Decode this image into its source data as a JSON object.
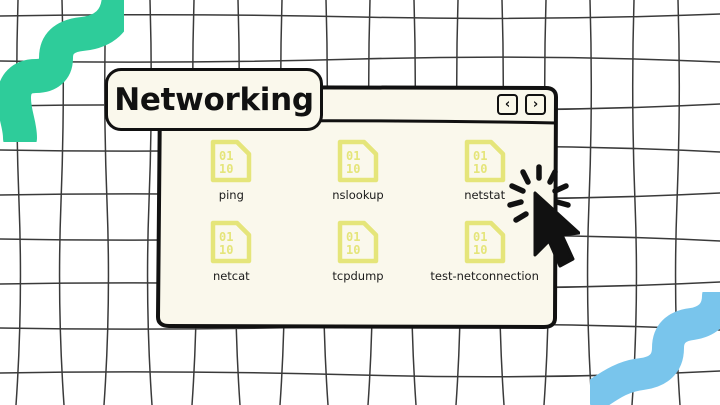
{
  "window": {
    "title": "Networking",
    "nav": {
      "back_label": "‹",
      "back_icon": "chevron-left-icon",
      "forward_label": "›",
      "forward_icon": "chevron-right-icon"
    }
  },
  "files": [
    {
      "name": "ping",
      "icon": "binary-file-icon",
      "digits_top": "01",
      "digits_bottom": "10"
    },
    {
      "name": "nslookup",
      "icon": "binary-file-icon",
      "digits_top": "01",
      "digits_bottom": "10"
    },
    {
      "name": "netstat",
      "icon": "binary-file-icon",
      "digits_top": "01",
      "digits_bottom": "10"
    },
    {
      "name": "netcat",
      "icon": "binary-file-icon",
      "digits_top": "01",
      "digits_bottom": "10"
    },
    {
      "name": "tcpdump",
      "icon": "binary-file-icon",
      "digits_top": "01",
      "digits_bottom": "10"
    },
    {
      "name": "test-netconnection",
      "icon": "binary-file-icon",
      "digits_top": "01",
      "digits_bottom": "10"
    }
  ],
  "cursor": {
    "icon": "mouse-pointer-click-icon",
    "state": "clicking"
  },
  "decorations": [
    {
      "name": "green-squiggle",
      "color": "#2ecc9a",
      "position": "top-left"
    },
    {
      "name": "blue-squiggle",
      "color": "#79c5ec",
      "position": "bottom-right"
    }
  ],
  "colors": {
    "background": "#ffffff",
    "grid_line": "#3a3a3a",
    "paper": "#faf8ec",
    "ink": "#111111",
    "icon_yellow": "#e5e57a",
    "green": "#2ecc9a",
    "blue": "#79c5ec"
  }
}
